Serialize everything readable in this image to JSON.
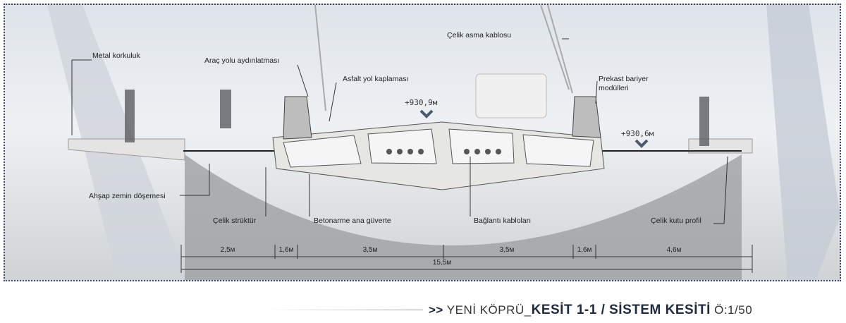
{
  "labels": {
    "metal_railing": "Metal korkuluk",
    "road_lighting": "Araç yolu aydınlatması",
    "asphalt": "Asfalt yol kaplaması",
    "steel_cable": "Çelik asma kablosu",
    "precast_barrier": "Prekast bariyer modülleri",
    "wood_floor": "Ahşap zemin döşemesi",
    "steel_structure": "Çelik strüktür",
    "concrete_deck": "Betonarme ana güverte",
    "connection_cables": "Bağlantı kabloları",
    "steel_box": "Çelik kutu profil"
  },
  "elevations": {
    "center": "+930,9м",
    "side": "+930,6м"
  },
  "dimensions": [
    "2,5м",
    "1,6м",
    "3,5м",
    "3,5м",
    "1,6м",
    "4,6м"
  ],
  "total_dimension": "15,5м",
  "title": {
    "arrows": ">>",
    "prefix": "YENİ KÖPRÜ_",
    "main": "KESİT 1-1 / SİSTEM KESİTİ",
    "scale": "Ö:1/50"
  }
}
